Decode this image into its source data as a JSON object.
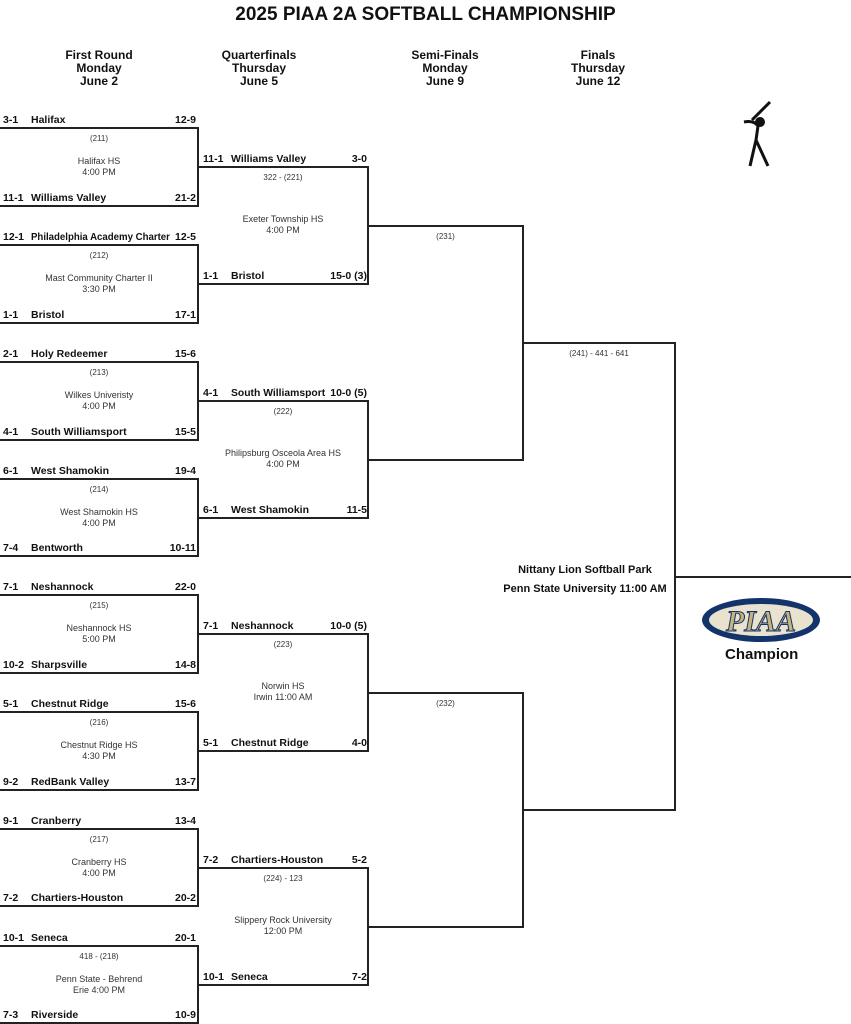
{
  "title": "2025 PIAA 2A SOFTBALL CHAMPIONSHIP",
  "rounds": [
    {
      "name": "First Round",
      "day": "Monday",
      "date": "June 2"
    },
    {
      "name": "Quarterfinals",
      "day": "Thursday",
      "date": "June 5"
    },
    {
      "name": "Semi-Finals",
      "day": "Monday",
      "date": "June 9"
    },
    {
      "name": "Finals",
      "day": "Thursday",
      "date": "June 12"
    }
  ],
  "first_round": [
    {
      "game": "(211)",
      "venue": "Halifax HS",
      "time": "4:00 PM",
      "top": {
        "seed": "3-1",
        "name": "Halifax",
        "score": "12-9"
      },
      "bottom": {
        "seed": "11-1",
        "name": "Williams Valley",
        "score": "21-2"
      }
    },
    {
      "game": "(212)",
      "venue": "Mast Community Charter II",
      "time": "3:30 PM",
      "top": {
        "seed": "12-1",
        "name": "Philadelphia Academy Charter",
        "score": "12-5"
      },
      "bottom": {
        "seed": "1-1",
        "name": "Bristol",
        "score": "17-1"
      }
    },
    {
      "game": "(213)",
      "venue": "Wilkes Univeristy",
      "time": "4:00 PM",
      "top": {
        "seed": "2-1",
        "name": "Holy Redeemer",
        "score": "15-6"
      },
      "bottom": {
        "seed": "4-1",
        "name": "South Williamsport",
        "score": "15-5"
      }
    },
    {
      "game": "(214)",
      "venue": "West Shamokin HS",
      "time": "4:00 PM",
      "top": {
        "seed": "6-1",
        "name": "West Shamokin",
        "score": "19-4"
      },
      "bottom": {
        "seed": "7-4",
        "name": "Bentworth",
        "score": "10-11"
      }
    },
    {
      "game": "(215)",
      "venue": "Neshannock HS",
      "time": "5:00 PM",
      "top": {
        "seed": "7-1",
        "name": "Neshannock",
        "score": "22-0"
      },
      "bottom": {
        "seed": "10-2",
        "name": "Sharpsville",
        "score": "14-8"
      }
    },
    {
      "game": "(216)",
      "venue": "Chestnut Ridge HS",
      "time": "4:30 PM",
      "top": {
        "seed": "5-1",
        "name": "Chestnut Ridge",
        "score": "15-6"
      },
      "bottom": {
        "seed": "9-2",
        "name": "RedBank Valley",
        "score": "13-7"
      }
    },
    {
      "game": "(217)",
      "venue": "Cranberry HS",
      "time": "4:00 PM",
      "top": {
        "seed": "9-1",
        "name": "Cranberry",
        "score": "13-4"
      },
      "bottom": {
        "seed": "7-2",
        "name": "Chartiers-Houston",
        "score": "20-2"
      }
    },
    {
      "game": "418 - (218)",
      "venue": "Penn State - Behrend",
      "time": "Erie 4:00 PM",
      "top": {
        "seed": "10-1",
        "name": "Seneca",
        "score": "20-1"
      },
      "bottom": {
        "seed": "7-3",
        "name": "Riverside",
        "score": "10-9"
      }
    }
  ],
  "quarterfinals": [
    {
      "game": "322 - (221)",
      "venue": "Exeter Township HS",
      "time": "4:00 PM",
      "top": {
        "seed": "11-1",
        "name": "Williams Valley",
        "score": "3-0"
      },
      "bottom": {
        "seed": "1-1",
        "name": "Bristol",
        "score": "15-0 (3)"
      }
    },
    {
      "game": "(222)",
      "venue": "Philipsburg Osceola Area HS",
      "time": "4:00 PM",
      "top": {
        "seed": "4-1",
        "name": "South Williamsport",
        "score": "10-0 (5)"
      },
      "bottom": {
        "seed": "6-1",
        "name": "West Shamokin",
        "score": "11-5"
      }
    },
    {
      "game": "(223)",
      "venue": "Norwin HS",
      "time": "Irwin 11:00 AM",
      "top": {
        "seed": "7-1",
        "name": "Neshannock",
        "score": "10-0 (5)"
      },
      "bottom": {
        "seed": "5-1",
        "name": "Chestnut Ridge",
        "score": "4-0"
      }
    },
    {
      "game": "(224) - 123",
      "venue": "Slippery Rock University",
      "time": "12:00 PM",
      "top": {
        "seed": "7-2",
        "name": "Chartiers-Houston",
        "score": "5-2"
      },
      "bottom": {
        "seed": "10-1",
        "name": "Seneca",
        "score": "7-2"
      }
    }
  ],
  "semifinals": [
    {
      "game": "(231)"
    },
    {
      "game": "(232)"
    }
  ],
  "finals": {
    "game": "(241) - 441 - 641",
    "venue": "Nittany Lion Softball Park",
    "location_time": "Penn State University 11:00 AM",
    "champion_label": "Champion",
    "logo_text": "PIAA"
  },
  "colors": {
    "logo_navy": "#12346b",
    "logo_gold": "#c9b27a"
  }
}
